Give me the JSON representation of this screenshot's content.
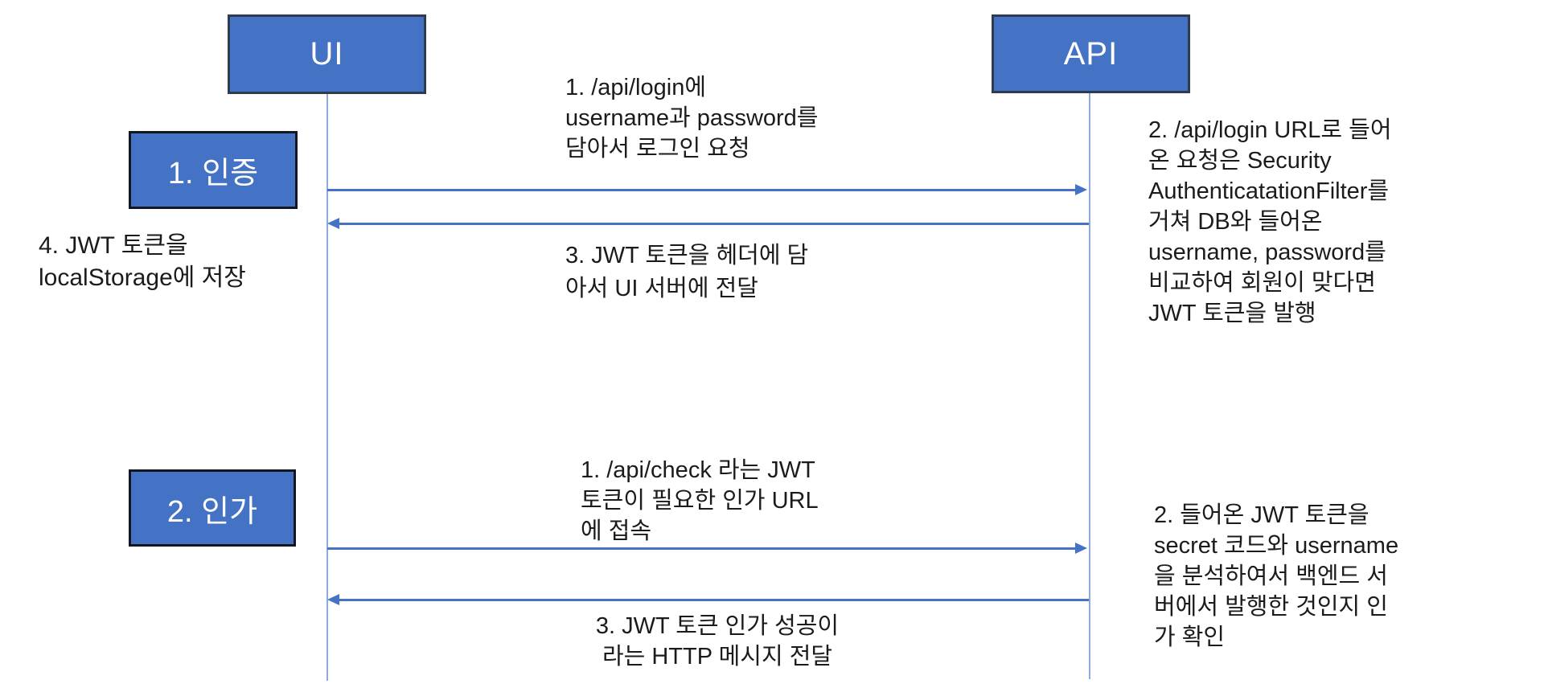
{
  "diagram_type": "sequence-diagram",
  "title_context": "JWT authentication and authorization flow between UI and API",
  "colors": {
    "shape_fill": "#4472C4",
    "shape_border": "#2F3B4E",
    "section_border": "#121722",
    "arrow": "#4472C4",
    "lifeline": "#8FAADC",
    "text": "#1b1b1b",
    "label_text": "#FFFFFF",
    "background": "#FFFFFF"
  },
  "actors": {
    "ui": {
      "label": "UI"
    },
    "api": {
      "label": "API"
    }
  },
  "sections": {
    "auth": {
      "label": "1. 인증"
    },
    "authz": {
      "label": "2. 인가"
    }
  },
  "messages": {
    "login_request": {
      "direction": "ui-to-api",
      "lines": [
        "1. /api/login에",
        "username과 password를",
        "담아서 로그인 요청"
      ]
    },
    "token_response": {
      "direction": "api-to-ui",
      "lines": [
        "3. JWT 토큰을 헤더에 담",
        "아서 UI 서버에 전달"
      ]
    },
    "check_request": {
      "direction": "ui-to-api",
      "lines": [
        "1. /api/check 라는 JWT",
        "토큰이 필요한 인가 URL",
        "에 접속"
      ]
    },
    "check_response": {
      "direction": "api-to-ui",
      "lines": [
        "3. JWT 토큰 인가 성공이",
        "라는 HTTP 메시지 전달"
      ]
    }
  },
  "notes": {
    "local_storage": {
      "lines": [
        "4. JWT 토큰을",
        "localStorage에 저장"
      ]
    },
    "api_auth_process": {
      "lines": [
        "2. /api/login URL로 들어",
        "온 요청은 Security",
        "AuthenticatationFilter를",
        "거쳐 DB와 들어온",
        "username, password를",
        "비교하여 회원이 맞다면",
        "JWT 토큰을 발행"
      ]
    },
    "api_authz_process": {
      "lines": [
        "2. 들어온 JWT 토큰을",
        "secret 코드와 username",
        "을 분석하여서 백엔드 서",
        "버에서 발행한 것인지 인",
        "가 확인"
      ]
    }
  }
}
